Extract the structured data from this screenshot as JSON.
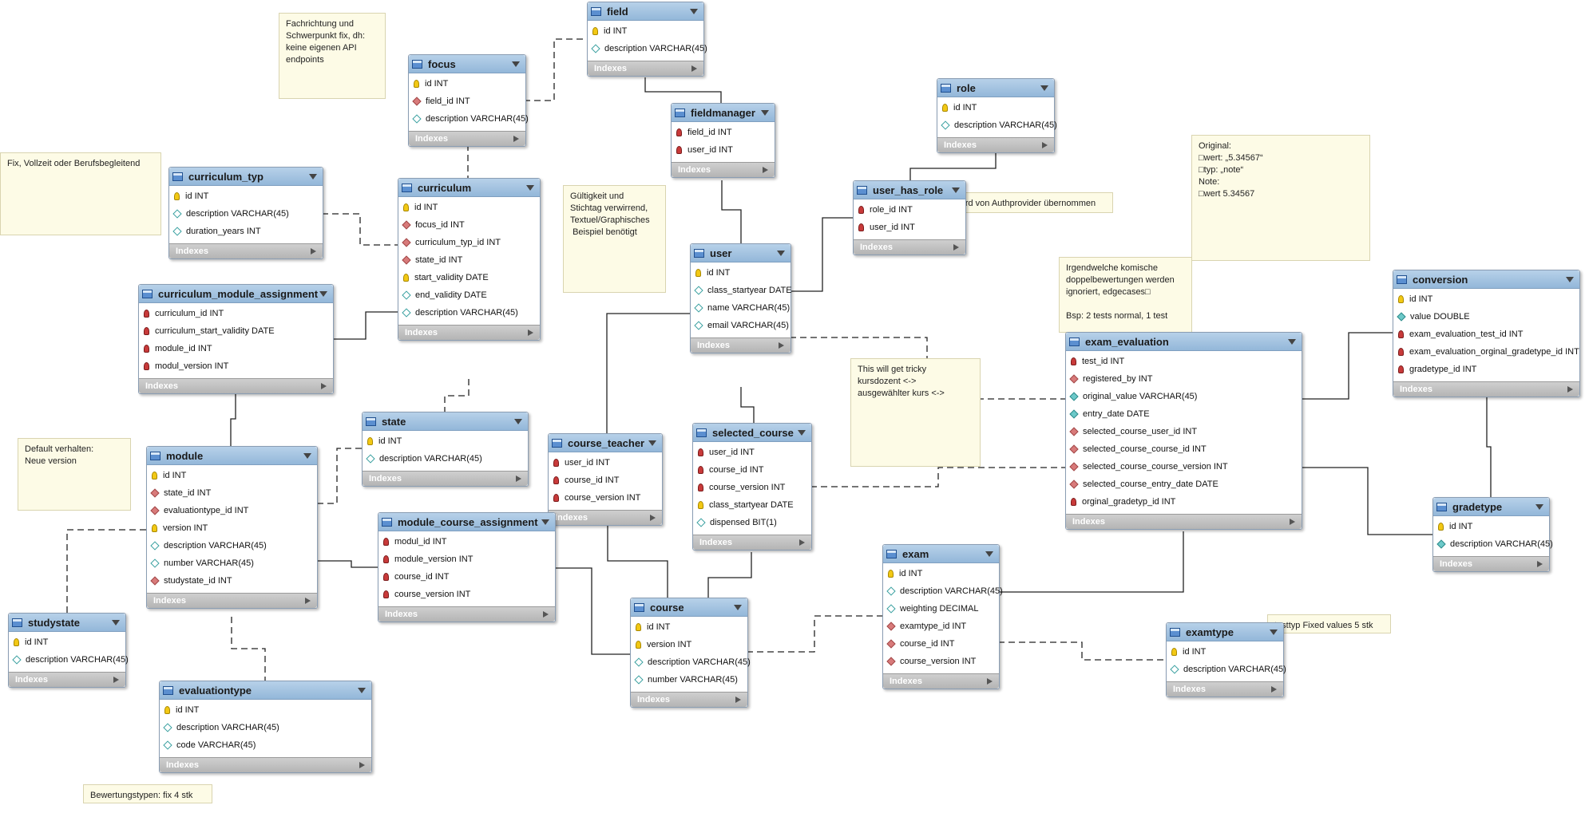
{
  "tables": {
    "field": {
      "name": "field",
      "columns": [
        {
          "label": "id INT",
          "icon": "pk"
        },
        {
          "label": "description VARCHAR(45)",
          "icon": "attr"
        }
      ],
      "footer": "Indexes"
    },
    "focus": {
      "name": "focus",
      "columns": [
        {
          "label": "id INT",
          "icon": "pk"
        },
        {
          "label": "field_id INT",
          "icon": "fk"
        },
        {
          "label": "description VARCHAR(45)",
          "icon": "attr"
        }
      ],
      "footer": "Indexes"
    },
    "fieldmanager": {
      "name": "fieldmanager",
      "columns": [
        {
          "label": "field_id INT",
          "icon": "pkfk"
        },
        {
          "label": "user_id INT",
          "icon": "pkfk"
        }
      ],
      "footer": "Indexes"
    },
    "role": {
      "name": "role",
      "columns": [
        {
          "label": "id INT",
          "icon": "pk"
        },
        {
          "label": "description VARCHAR(45)",
          "icon": "attr"
        }
      ],
      "footer": "Indexes"
    },
    "user_has_role": {
      "name": "user_has_role",
      "columns": [
        {
          "label": "role_id INT",
          "icon": "pkfk"
        },
        {
          "label": "user_id INT",
          "icon": "pkfk"
        }
      ],
      "footer": "Indexes"
    },
    "curriculum_typ": {
      "name": "curriculum_typ",
      "columns": [
        {
          "label": "id INT",
          "icon": "pk"
        },
        {
          "label": "description VARCHAR(45)",
          "icon": "attr"
        },
        {
          "label": "duration_years INT",
          "icon": "attr"
        }
      ],
      "footer": "Indexes"
    },
    "curriculum": {
      "name": "curriculum",
      "columns": [
        {
          "label": "id INT",
          "icon": "pk"
        },
        {
          "label": "focus_id INT",
          "icon": "fk"
        },
        {
          "label": "curriculum_typ_id INT",
          "icon": "fk"
        },
        {
          "label": "state_id INT",
          "icon": "fk"
        },
        {
          "label": "start_validity DATE",
          "icon": "pk"
        },
        {
          "label": "end_validity DATE",
          "icon": "attr"
        },
        {
          "label": "description VARCHAR(45)",
          "icon": "attr"
        }
      ],
      "footer": "Indexes"
    },
    "user": {
      "name": "user",
      "columns": [
        {
          "label": "id INT",
          "icon": "pk"
        },
        {
          "label": "class_startyear DATE",
          "icon": "attr"
        },
        {
          "label": "name VARCHAR(45)",
          "icon": "attr"
        },
        {
          "label": "email VARCHAR(45)",
          "icon": "attr"
        }
      ],
      "footer": "Indexes"
    },
    "curriculum_module_assignment": {
      "name": "curriculum_module_assignment",
      "columns": [
        {
          "label": "curriculum_id INT",
          "icon": "pkfk"
        },
        {
          "label": "curriculum_start_validity DATE",
          "icon": "pkfk"
        },
        {
          "label": "module_id INT",
          "icon": "pkfk"
        },
        {
          "label": "modul_version INT",
          "icon": "pkfk"
        }
      ],
      "footer": "Indexes"
    },
    "state": {
      "name": "state",
      "columns": [
        {
          "label": "id INT",
          "icon": "pk"
        },
        {
          "label": "description VARCHAR(45)",
          "icon": "attr"
        }
      ],
      "footer": "Indexes"
    },
    "course_teacher": {
      "name": "course_teacher",
      "columns": [
        {
          "label": "user_id INT",
          "icon": "pkfk"
        },
        {
          "label": "course_id INT",
          "icon": "pkfk"
        },
        {
          "label": "course_version INT",
          "icon": "pkfk"
        }
      ],
      "footer": "Indexes"
    },
    "selected_course": {
      "name": "selected_course",
      "columns": [
        {
          "label": "user_id INT",
          "icon": "pkfk"
        },
        {
          "label": "course_id INT",
          "icon": "pkfk"
        },
        {
          "label": "course_version INT",
          "icon": "pkfk"
        },
        {
          "label": "class_startyear DATE",
          "icon": "pk"
        },
        {
          "label": "dispensed BIT(1)",
          "icon": "attr"
        }
      ],
      "footer": "Indexes"
    },
    "module": {
      "name": "module",
      "columns": [
        {
          "label": "id INT",
          "icon": "pk"
        },
        {
          "label": "state_id INT",
          "icon": "fk"
        },
        {
          "label": "evaluationtype_id INT",
          "icon": "fk"
        },
        {
          "label": "version INT",
          "icon": "pk"
        },
        {
          "label": "description VARCHAR(45)",
          "icon": "attr"
        },
        {
          "label": "number VARCHAR(45)",
          "icon": "attr"
        },
        {
          "label": "studystate_id INT",
          "icon": "fk"
        }
      ],
      "footer": "Indexes"
    },
    "module_course_assignment": {
      "name": "module_course_assignment",
      "columns": [
        {
          "label": "modul_id INT",
          "icon": "pkfk"
        },
        {
          "label": "module_version INT",
          "icon": "pkfk"
        },
        {
          "label": "course_id INT",
          "icon": "pkfk"
        },
        {
          "label": "course_version INT",
          "icon": "pkfk"
        }
      ],
      "footer": "Indexes"
    },
    "exam_evaluation": {
      "name": "exam_evaluation",
      "columns": [
        {
          "label": "test_id INT",
          "icon": "pkfk"
        },
        {
          "label": "registered_by INT",
          "icon": "fk"
        },
        {
          "label": "original_value VARCHAR(45)",
          "icon": "nn"
        },
        {
          "label": "entry_date DATE",
          "icon": "nn"
        },
        {
          "label": "selected_course_user_id INT",
          "icon": "fk"
        },
        {
          "label": "selected_course_course_id INT",
          "icon": "fk"
        },
        {
          "label": "selected_course_course_version INT",
          "icon": "fk"
        },
        {
          "label": "selected_course_entry_date DATE",
          "icon": "fk"
        },
        {
          "label": "orginal_gradetyp_id INT",
          "icon": "pkfk"
        }
      ],
      "footer": "Indexes"
    },
    "conversion": {
      "name": "conversion",
      "columns": [
        {
          "label": "id INT",
          "icon": "pk"
        },
        {
          "label": "value DOUBLE",
          "icon": "nn"
        },
        {
          "label": "exam_evaluation_test_id INT",
          "icon": "pkfk"
        },
        {
          "label": "exam_evaluation_orginal_gradetype_id INT",
          "icon": "pkfk"
        },
        {
          "label": "gradetype_id INT",
          "icon": "pkfk"
        }
      ],
      "footer": "Indexes"
    },
    "gradetype": {
      "name": "gradetype",
      "columns": [
        {
          "label": "id INT",
          "icon": "pk"
        },
        {
          "label": "description VARCHAR(45)",
          "icon": "nn"
        }
      ],
      "footer": "Indexes"
    },
    "exam": {
      "name": "exam",
      "columns": [
        {
          "label": "id INT",
          "icon": "pk"
        },
        {
          "label": "description VARCHAR(45)",
          "icon": "attr"
        },
        {
          "label": "weighting DECIMAL",
          "icon": "attr"
        },
        {
          "label": "examtype_id INT",
          "icon": "fk"
        },
        {
          "label": "course_id INT",
          "icon": "fk"
        },
        {
          "label": "course_version INT",
          "icon": "fk"
        }
      ],
      "footer": "Indexes"
    },
    "course": {
      "name": "course",
      "columns": [
        {
          "label": "id INT",
          "icon": "pk"
        },
        {
          "label": "version INT",
          "icon": "pk"
        },
        {
          "label": "description VARCHAR(45)",
          "icon": "attr"
        },
        {
          "label": "number VARCHAR(45)",
          "icon": "attr"
        }
      ],
      "footer": "Indexes"
    },
    "examtype": {
      "name": "examtype",
      "columns": [
        {
          "label": "id INT",
          "icon": "pk"
        },
        {
          "label": "description VARCHAR(45)",
          "icon": "attr"
        }
      ],
      "footer": "Indexes"
    },
    "studystate": {
      "name": "studystate",
      "columns": [
        {
          "label": "id INT",
          "icon": "pk"
        },
        {
          "label": "description VARCHAR(45)",
          "icon": "attr"
        }
      ],
      "footer": "Indexes"
    },
    "evaluationtype": {
      "name": "evaluationtype",
      "columns": [
        {
          "label": "id INT",
          "icon": "pk"
        },
        {
          "label": "description VARCHAR(45)",
          "icon": "attr"
        },
        {
          "label": "code VARCHAR(45)",
          "icon": "attr"
        }
      ],
      "footer": "Indexes"
    }
  },
  "notes": {
    "fachrichtung": "Fachrichtung und\nSchwerpunkt fix, dh:\nkeine eigenen API\nendpoints",
    "vollzeit": "Fix, Vollzeit oder Berufsbegleitend",
    "gueltigkeit": "Gültigkeit und\nStichtag verwirrend,\nTextuel/Graphisches\n Beispiel benötigt",
    "authprovider": "Wird von Authprovider übernommen",
    "original": "Original:\n□wert: „5.34567“\n□typ: „note“\nNote:\n□wert 5.34567",
    "doppel": "Irgendwelche komische\ndoppelbewertungen werden\nignoriert, edgecases□\n\nBsp: 2 tests normal, 1 test",
    "tricky": "This will get tricky\nkursdozent <->\nausgewählter kurs <->",
    "default": "Default verhalten:\nNeue version",
    "testtyp": "testtyp Fixed values 5 stk",
    "bewertung": "Bewertungstypen: fix 4 stk"
  },
  "colors": {
    "header": "#9bbcdd",
    "footer": "#bdbdbd",
    "note": "#fdfbe6",
    "line": "#222222"
  }
}
